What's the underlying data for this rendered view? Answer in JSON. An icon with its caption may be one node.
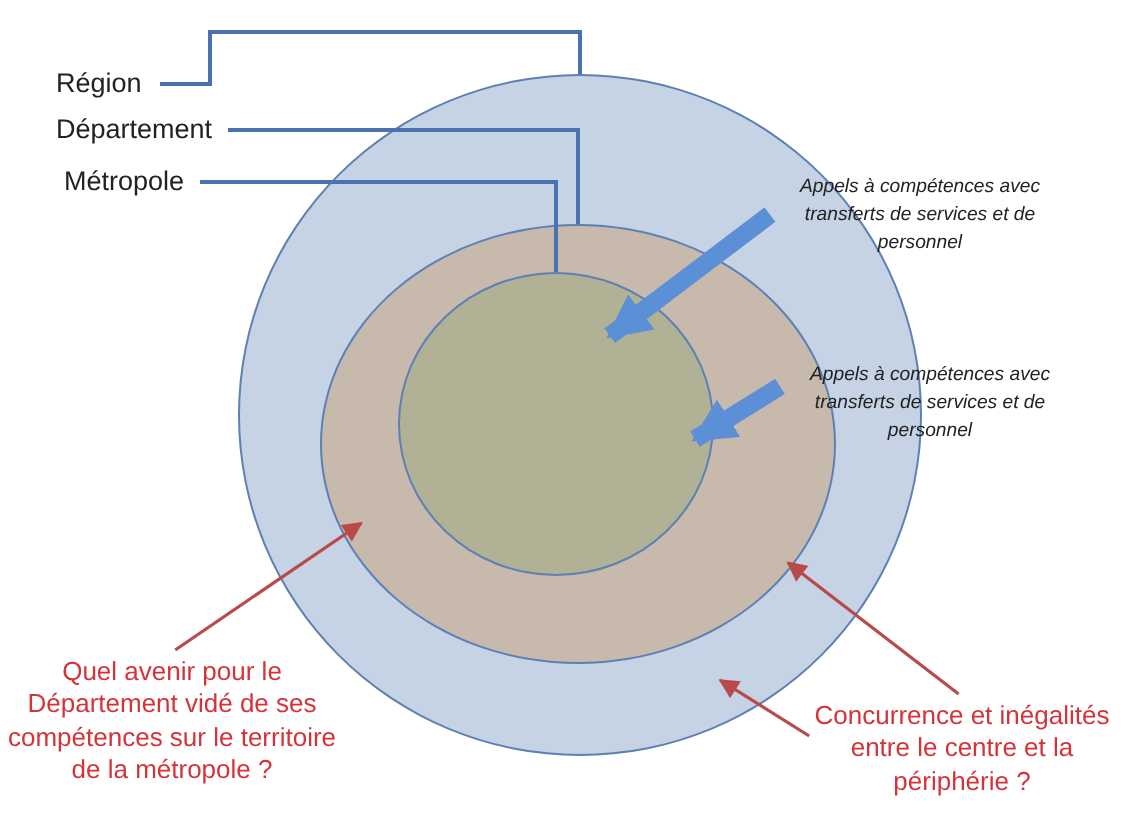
{
  "diagram": {
    "nodes": [
      {
        "text": [],
        "shape": "circle"
      },
      {
        "text": [],
        "shape": "circle",
        "in": 0
      },
      {
        "text": [],
        "shape": "circle",
        "in": 1
      },
      {
        "text": [
          "Région"
        ]
      },
      {
        "text": [
          "Département"
        ]
      },
      {
        "text": [
          "Métropole"
        ]
      },
      {
        "text": [
          "Appels à compétences avec transferts de services et de personnel"
        ]
      },
      {
        "text": [
          "Appels à compétences avec transferts de services et de personnel"
        ]
      },
      {
        "text": [
          "Quel avenir pour le Département vidé de ses compétences sur le territoire de la métropole ?"
        ]
      },
      {
        "text": [
          "Concurrence et inégalités entre le centre et la périphérie ?"
        ]
      }
    ],
    "edges": [
      {
        "from": 3,
        "to": 0,
        "arrow": "none"
      },
      {
        "from": 4,
        "to": 1,
        "arrow": "none"
      },
      {
        "from": 5,
        "to": 2,
        "arrow": "none"
      },
      {
        "from": 6,
        "to": 2,
        "arrow": "to",
        "style": "thick",
        "color": "#5b8fd6"
      },
      {
        "from": 7,
        "to": 2,
        "arrow": "to",
        "style": "thick",
        "color": "#5b8fd6"
      },
      {
        "from": 8,
        "to": 1,
        "arrow": "to",
        "color": "#b84a4a"
      },
      {
        "from": 9,
        "to": 1,
        "arrow": "to",
        "color": "#b84a4a"
      },
      {
        "from": 9,
        "to": 0,
        "arrow": "to",
        "color": "#b84a4a"
      }
    ]
  }
}
